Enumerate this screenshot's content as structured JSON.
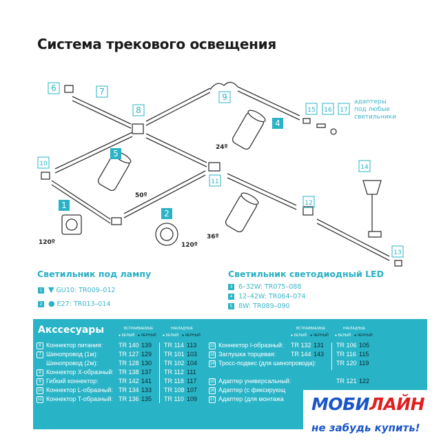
{
  "title": "Система трекового освещения",
  "diagram": {
    "labels": [
      "6",
      "7",
      "8",
      "9",
      "4",
      "5",
      "10",
      "11",
      "12",
      "14",
      "1",
      "2",
      "13",
      "15",
      "16",
      "17"
    ],
    "angles": [
      "24º",
      "50º",
      "120º",
      "120º",
      "36º"
    ],
    "adapters_note": [
      "адаптеры",
      "под любые",
      "светильники"
    ]
  },
  "lamp_section": {
    "title": "Светильник под лампу",
    "items": [
      {
        "num": "1",
        "icon": "gu10-bulb-icon",
        "text": "GU10: TR009–012"
      },
      {
        "num": "2",
        "icon": "e27-bulb-icon",
        "text": "E27: TR013–014"
      }
    ]
  },
  "led_section": {
    "title": "Светильник светодиодный LED",
    "items": [
      {
        "num": "3",
        "text": "6–32W: TR075–088"
      },
      {
        "num": "4",
        "text": "12–42W: TR064–074"
      },
      {
        "num": "5",
        "text": "8W: TR089–090"
      }
    ]
  },
  "accessories": {
    "title": "Акссесуары",
    "headers": {
      "built_in": "ВСТРАИВАЕМЫЕ",
      "surface": "НАКЛАДНЫЕ",
      "white": "● БЕЛЫЙ",
      "black": "● ЧЕРНЫЙ"
    },
    "left_rows": [
      {
        "num": "6",
        "name": "Коннектор питания:",
        "bw": "TR 140",
        "bb": "139",
        "sw": "TR 114",
        "sb": "113"
      },
      {
        "num": "7",
        "name": "Шинопровод (1м):",
        "bw": "TR 127",
        "bb": "129",
        "sw": "TR 101",
        "sb": "103"
      },
      {
        "num": "",
        "name": "Шинопровод (2м):",
        "bw": "TR 128",
        "bb": "130",
        "sw": "TR 102",
        "sb": "104"
      },
      {
        "num": "8",
        "name": "Коннектор X-образный:",
        "bw": "TR 138",
        "bb": "137",
        "sw": "TR 112",
        "sb": "111"
      },
      {
        "num": "9",
        "name": "Гибкий коннектор:",
        "bw": "TR 142",
        "bb": "141",
        "sw": "TR 118",
        "sb": "117"
      },
      {
        "num": "10",
        "name": "Коннектор L-образный:",
        "bw": "TR 134",
        "bb": "133",
        "sw": "TR 108",
        "sb": "107"
      },
      {
        "num": "11",
        "name": "Коннектор T-образный:",
        "bw": "TR 136",
        "bb": "135",
        "sw": "TR 110",
        "sb": "109"
      }
    ],
    "right_rows": [
      {
        "num": "12",
        "name": "Коннектор I-образный:",
        "bw": "TR 132",
        "bb": "131",
        "sw": "TR 106",
        "sb": "105"
      },
      {
        "num": "13",
        "name": "Заглушка торцевая:",
        "bw": "TR 144",
        "bb": "143",
        "sw": "TR 116",
        "sb": "115"
      },
      {
        "num": "14",
        "name": "Тросс-подвес (для шинопровода):",
        "bw": "",
        "bb": "",
        "sw": "TR 120",
        "sb": "119"
      },
      {
        "num": "15",
        "name": "Адаптер универсальный:",
        "bw": "",
        "bb": "",
        "sw": "TR 121",
        "sb": "122"
      },
      {
        "num": "16",
        "name": "Адаптер (с фиксирующ",
        "bw": "",
        "bb": "",
        "sw": "",
        "sb": ""
      },
      {
        "num": "17",
        "name": "Адаптер (для монтажа",
        "bw": "",
        "bb": "",
        "sw": "",
        "sb": ""
      }
    ]
  },
  "watermark": {
    "brand_blue": "МОБИ",
    "brand_red": "ЛАЙН",
    "slogan": "не забудь купить!"
  },
  "colors": {
    "accent": "#29b3c6",
    "brand_blue": "#1a55c8",
    "brand_red": "#e02020"
  }
}
